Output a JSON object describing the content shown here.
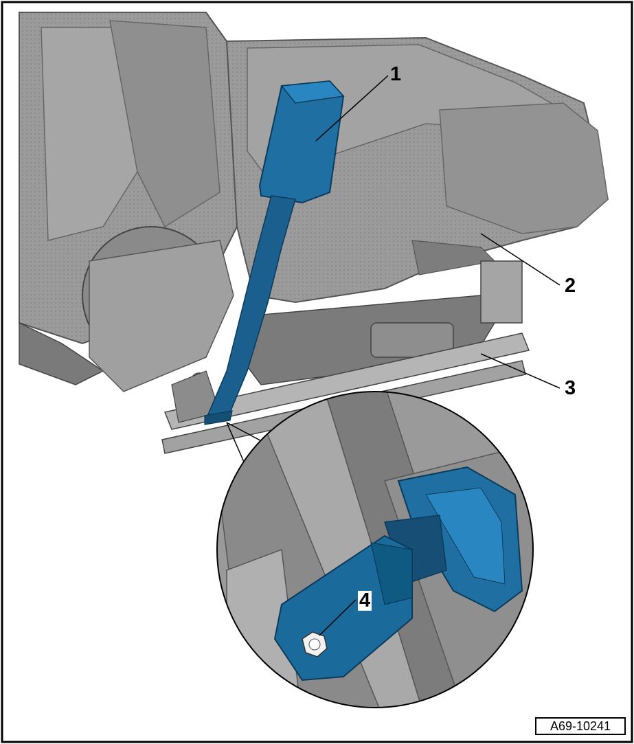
{
  "figure": {
    "id": "A69-10241"
  },
  "callouts": [
    {
      "number": "1",
      "label": ""
    },
    {
      "number": "2",
      "label": ""
    },
    {
      "number": "3",
      "label": ""
    },
    {
      "number": "4",
      "label": ""
    }
  ],
  "colors": {
    "seat": "#9a9a9a",
    "seat_dark": "#6e6e6e",
    "seat_light": "#bdbdbd",
    "belt_buckle": "#1f6fa3",
    "belt_buckle_dark": "#0e4a72",
    "bolt": "#f2f2f2"
  },
  "icons": {
    "component_buckle": "seat-belt-buckle-icon",
    "component_seat": "seat-frame-icon",
    "component_rail": "seat-rail-icon",
    "component_bolt": "bolt-icon"
  }
}
